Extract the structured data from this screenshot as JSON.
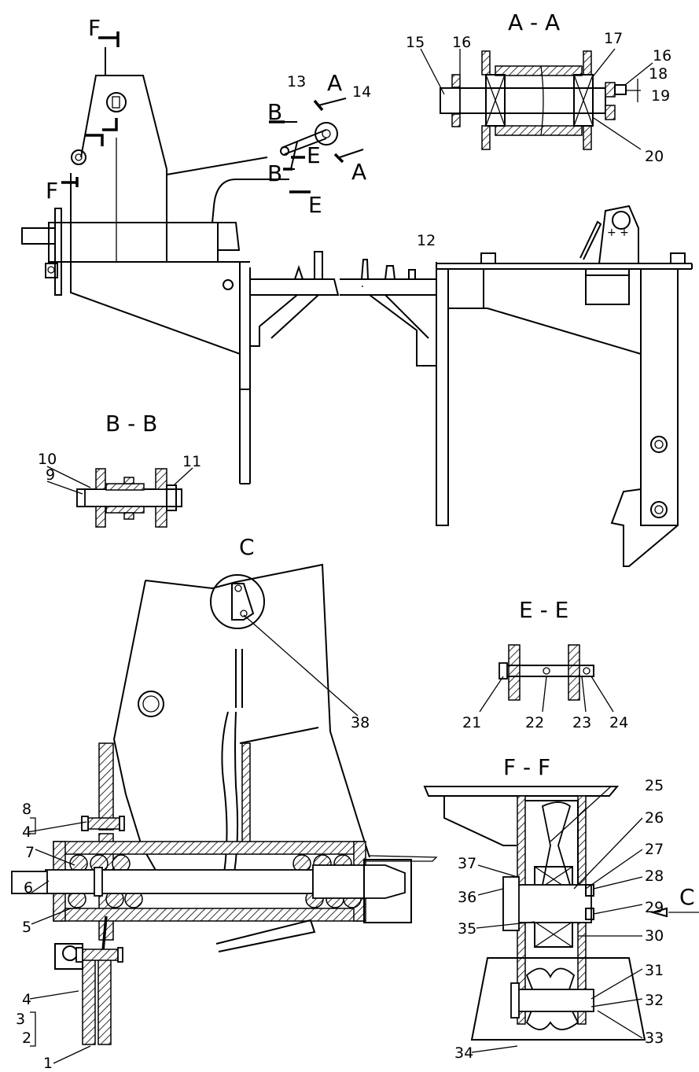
{
  "section_titles": {
    "AA": "A - A",
    "BB": "B - B",
    "C": "C",
    "EE": "E - E",
    "FF": "F - F"
  },
  "section_marks": {
    "F": "F",
    "A": "A",
    "B": "B",
    "E": "E",
    "C": "C"
  },
  "labels": {
    "n1": "1",
    "n2": "2",
    "n3": "3",
    "n4": "4",
    "n4b": "4",
    "n5": "5",
    "n6": "6",
    "n7": "7",
    "n8": "8",
    "n9": "9",
    "n10": "10",
    "n11": "11",
    "n12": "12",
    "n13": "13",
    "n14": "14",
    "n15": "15",
    "n16": "16",
    "n16b": "16",
    "n17": "17",
    "n18": "18",
    "n19": "19",
    "n20": "20",
    "n21": "21",
    "n22": "22",
    "n23": "23",
    "n24": "24",
    "n25": "25",
    "n26": "26",
    "n27": "27",
    "n28": "28",
    "n29": "29",
    "n30": "30",
    "n31": "31",
    "n32": "32",
    "n33": "33",
    "n34": "34",
    "n35": "35",
    "n36": "36",
    "n37": "37",
    "n38": "38"
  }
}
